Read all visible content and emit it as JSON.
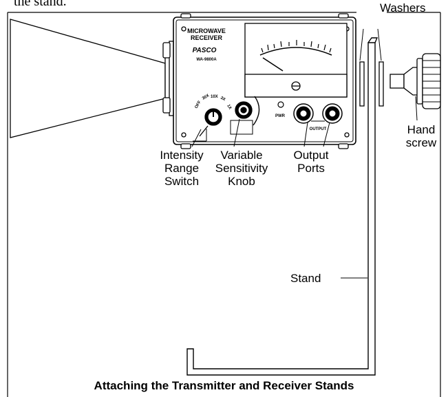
{
  "header_fragment": "the stand.",
  "device": {
    "title_line1": "MICROWAVE",
    "title_line2": "RECEIVER",
    "brand": "PASCO",
    "model": "WA-9800A",
    "range_marks": [
      "OFF",
      "30X",
      "10X",
      "3X",
      "1X"
    ],
    "pwr_label": "PWR",
    "output_label": "OUTPUT"
  },
  "labels": {
    "washers": "Washers",
    "hand_screw": "Hand\nscrew",
    "intensity": "Intensity\nRange\nSwitch",
    "sensitivity": "Variable\nSensitivity\nKnob",
    "output_ports": "Output\nPorts",
    "stand": "Stand"
  },
  "caption": "Attaching the Transmitter and Receiver Stands"
}
